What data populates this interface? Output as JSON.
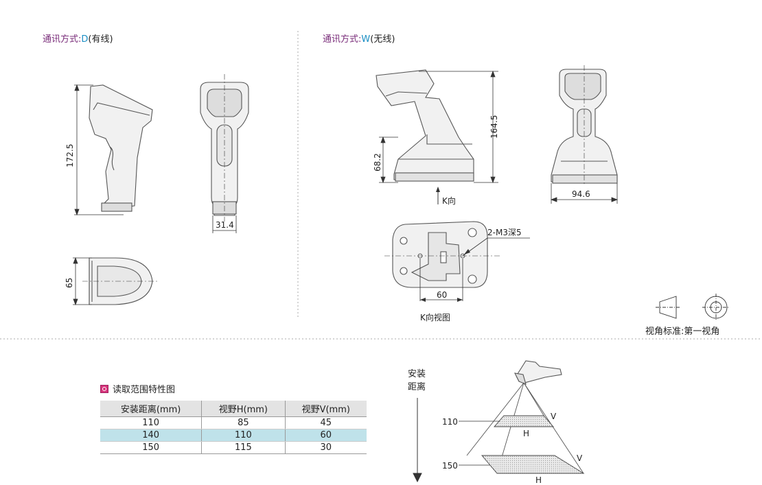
{
  "headers": {
    "left": {
      "prefix": "通讯方式:",
      "code": "D",
      "suffix": "(有线)"
    },
    "right": {
      "prefix": "通讯方式:",
      "code": "W",
      "suffix": "(无线)"
    }
  },
  "dims": {
    "wired_height": "172.5",
    "wired_width": "31.4",
    "wired_base": "65",
    "wireless_height": "164.5",
    "cradle_height": "68.2",
    "cradle_width": "94.6",
    "mount_spacing": "60",
    "mount_hole": "2-M3深5"
  },
  "labels": {
    "k_arrow": "K向",
    "k_view": "K向视图",
    "projection": "视角标准:第一视角"
  },
  "range_chart": {
    "title": "读取范围特性图",
    "columns": [
      "安装距离(mm)",
      "视野H(mm)",
      "视野V(mm)"
    ],
    "rows": [
      [
        "110",
        "85",
        "45"
      ],
      [
        "140",
        "110",
        "60"
      ],
      [
        "150",
        "115",
        "30"
      ]
    ],
    "highlight_row": 1
  },
  "field_diagram": {
    "axis_label_1": "安装",
    "axis_label_2": "距离",
    "near_distance": "110",
    "far_distance": "150",
    "h_label": "H",
    "v_label": "V"
  }
}
